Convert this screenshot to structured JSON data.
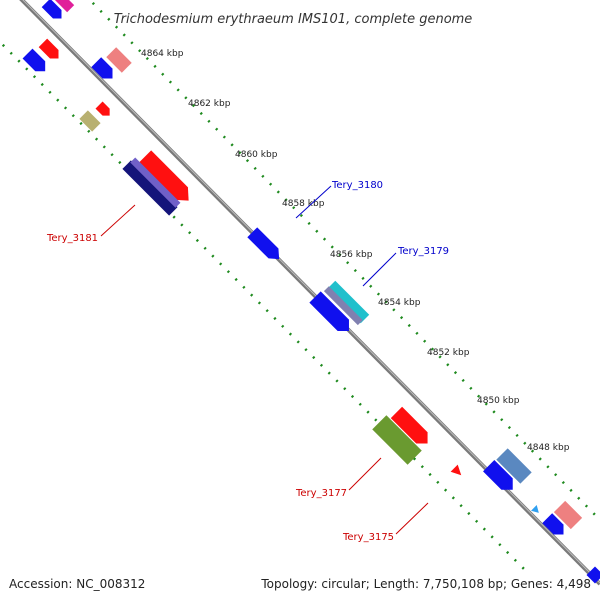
{
  "title": "Trichodesmium erythraeum IMS101, complete genome",
  "scale_ticks": [
    "4864 kbp",
    "4862 kbp",
    "4860 kbp",
    "4858 kbp",
    "4856 kbp",
    "4854 kbp",
    "4852 kbp",
    "4850 kbp",
    "4848 kbp"
  ],
  "gene_labels": [
    {
      "name": "Tery_3180",
      "color": "#0000cc"
    },
    {
      "name": "Tery_3179",
      "color": "#0000cc"
    },
    {
      "name": "Tery_3181",
      "color": "#cc0000"
    },
    {
      "name": "Tery_3177",
      "color": "#cc0000"
    },
    {
      "name": "Tery_3175",
      "color": "#cc0000"
    }
  ],
  "accession": "Accession: NC_008312",
  "summary": "Topology: circular; Length: 7,750,108 bp; Genes: 4,498",
  "colors": {
    "backbone": "#7a7a7a",
    "tick_dots": "#1e8a1e",
    "forward_cds": "#ff0000",
    "reverse_cds": "#0000ff"
  }
}
